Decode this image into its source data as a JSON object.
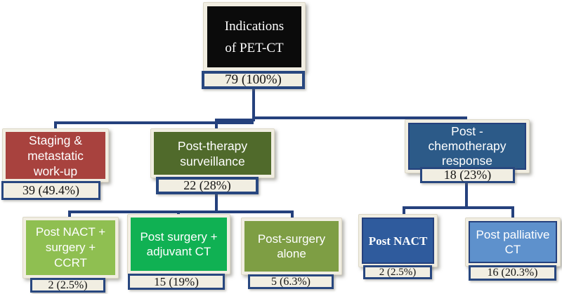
{
  "diagram": {
    "root": {
      "lines": [
        "Indications",
        "of PET-CT"
      ],
      "count": "79 (100%)",
      "color": "#0B0B0B"
    },
    "staging": {
      "lines": [
        "Staging &",
        "metastatic",
        "work-up"
      ],
      "count": "39 (49.4%)",
      "color": "#A8423E"
    },
    "surveillance": {
      "lines": [
        "Post-therapy",
        "surveillance"
      ],
      "count": "22 (28%)",
      "color": "#506A2B"
    },
    "chemo": {
      "lines": [
        "Post -",
        "chemotherapy",
        "response"
      ],
      "count": "18 (23%)",
      "color": "#2C5A88"
    },
    "nact_surgery_ccrt": {
      "lines": [
        "Post NACT +",
        "surgery +",
        "CCRT"
      ],
      "count": "2 (2.5%)",
      "color": "#8FBF51"
    },
    "surgery_adjuvant": {
      "lines": [
        "Post surgery +",
        "adjuvant CT"
      ],
      "count": "15 (19%)",
      "color": "#10B153"
    },
    "surgery_alone": {
      "lines": [
        "Post-surgery",
        "alone"
      ],
      "count": "5 (6.3%)",
      "color": "#7E9E44"
    },
    "post_nact": {
      "lines": [
        "Post NACT"
      ],
      "count": "2 (2.5%)",
      "color": "#2F5B9D"
    },
    "palliative": {
      "lines": [
        "Post palliative",
        "CT"
      ],
      "count": "16 (20.3%)",
      "color": "#5E91CC"
    }
  },
  "colors": {
    "connector": "#25417D",
    "label_background": "#F1EEE2",
    "label_border": "#28477F"
  }
}
